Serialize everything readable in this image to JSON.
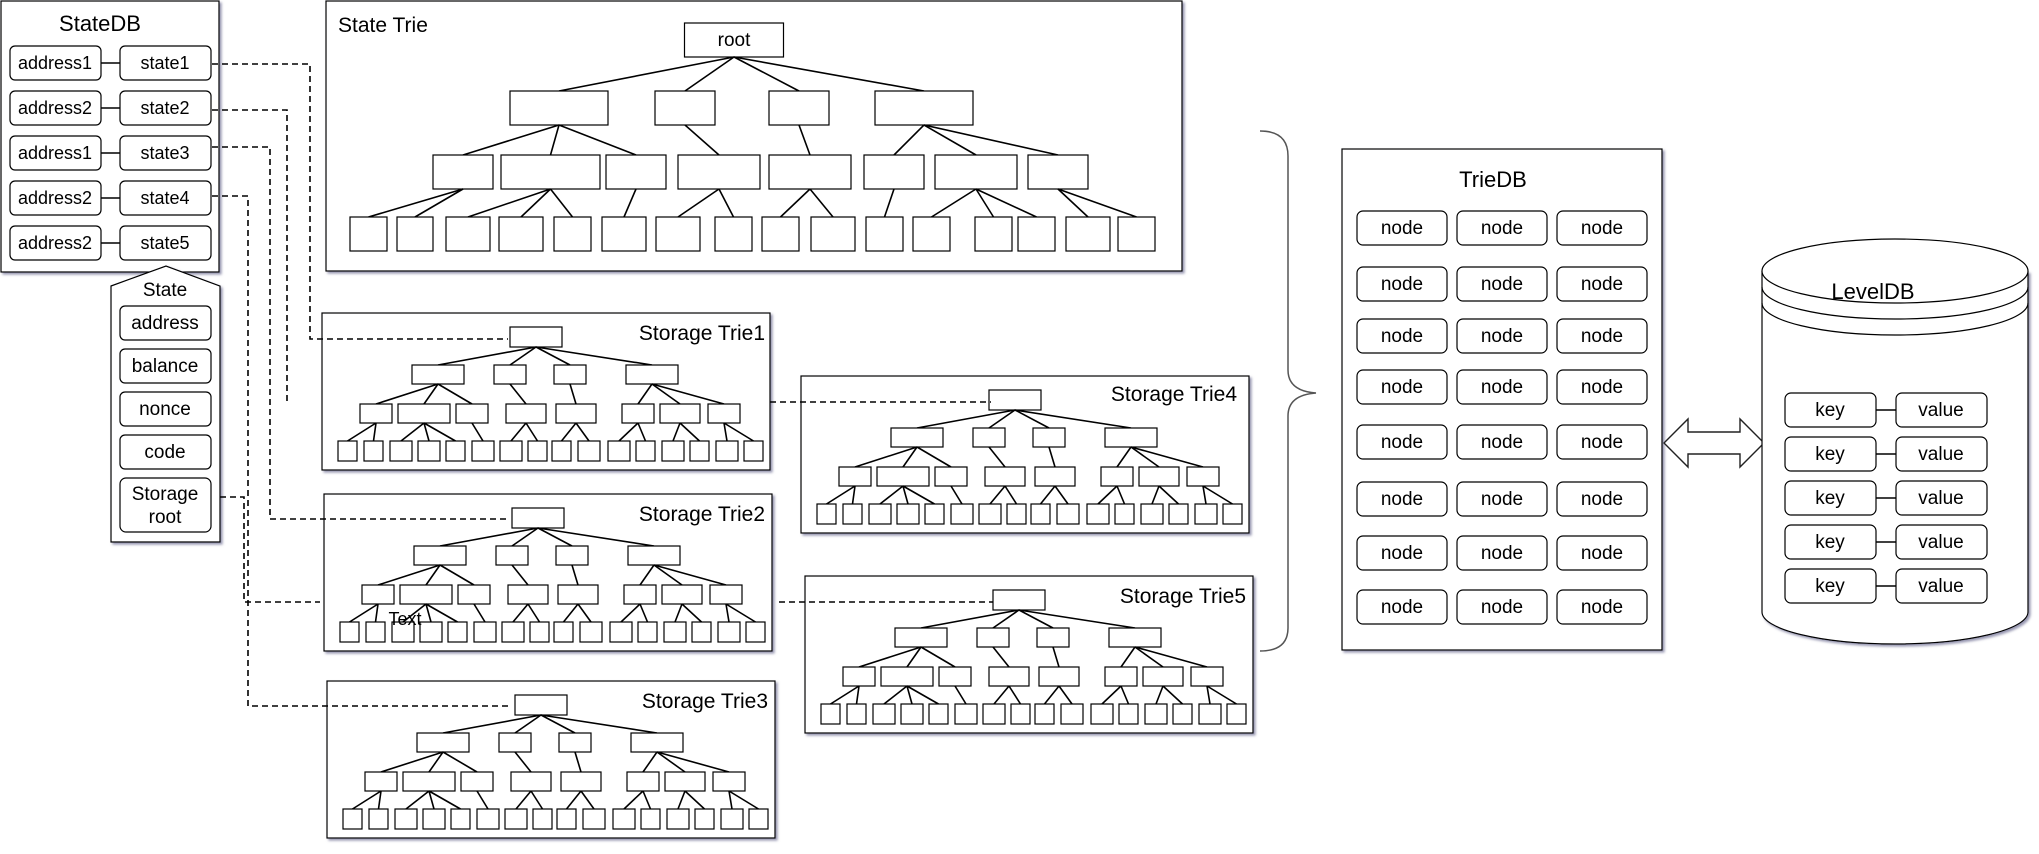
{
  "statedb": {
    "title": "StateDB",
    "rows": [
      {
        "address": "address1",
        "state": "state1"
      },
      {
        "address": "address2",
        "state": "state2"
      },
      {
        "address": "address1",
        "state": "state3"
      },
      {
        "address": "address2",
        "state": "state4"
      },
      {
        "address": "address2",
        "state": "state5"
      }
    ]
  },
  "state": {
    "title": "State",
    "fields": [
      "address",
      "balance",
      "nonce",
      "code"
    ],
    "storage_root_line1": "Storage",
    "storage_root_line2": "root"
  },
  "state_trie": {
    "title": "State Trie",
    "root_label": "root"
  },
  "storage_tries": [
    "Storage Trie1",
    "Storage Trie2",
    "Storage Trie3",
    "Storage Trie4",
    "Storage Trie5"
  ],
  "stray_text": "Text",
  "triedb": {
    "title": "TrieDB",
    "node_label": "node",
    "rows": 8,
    "cols": 3
  },
  "leveldb": {
    "title": "LevelDB",
    "pairs": [
      {
        "key": "key",
        "value": "value"
      },
      {
        "key": "key",
        "value": "value"
      },
      {
        "key": "key",
        "value": "value"
      },
      {
        "key": "key",
        "value": "value"
      },
      {
        "key": "key",
        "value": "value"
      }
    ]
  },
  "colors": {
    "stroke": "#000000",
    "panel_shadow": "#8a8aa8",
    "background": "#ffffff"
  }
}
